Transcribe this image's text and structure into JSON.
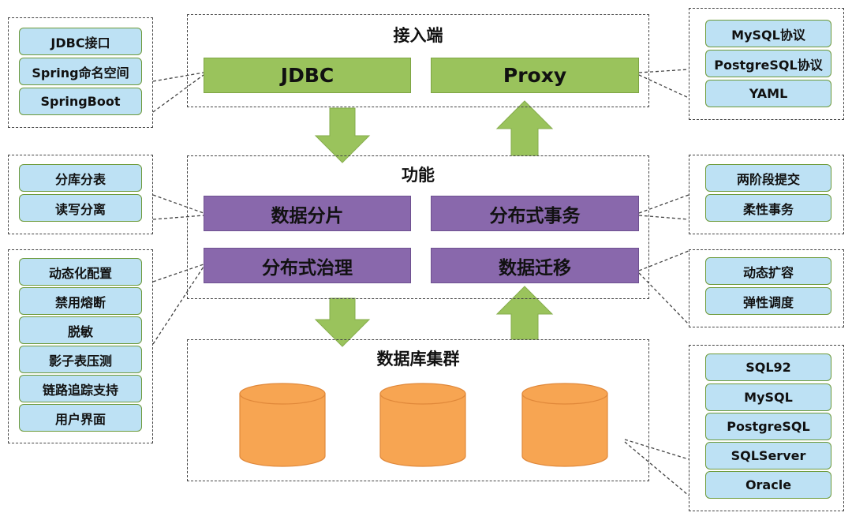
{
  "access": {
    "title": "接入端",
    "jdbc": "JDBC",
    "proxy": "Proxy"
  },
  "function": {
    "title": "功能",
    "sharding": "数据分片",
    "distributed_tx": "分布式事务",
    "governance": "分布式治理",
    "migration": "数据迁移"
  },
  "cluster": {
    "title": "数据库集群"
  },
  "jdbc_options": [
    "JDBC接口",
    "Spring命名空间",
    "SpringBoot"
  ],
  "proxy_options": [
    "MySQL协议",
    "PostgreSQL协议",
    "YAML"
  ],
  "sharding_options": [
    "分库分表",
    "读写分离"
  ],
  "tx_options": [
    "两阶段提交",
    "柔性事务"
  ],
  "governance_options": [
    "动态化配置",
    "禁用熔断",
    "脱敏",
    "影子表压测",
    "链路追踪支持",
    "用户界面"
  ],
  "migration_options": [
    "动态扩容",
    "弹性调度"
  ],
  "database_options": [
    "SQL92",
    "MySQL",
    "PostgreSQL",
    "SQLServer",
    "Oracle"
  ],
  "colors": {
    "green": "#9ac35c",
    "purple": "#8968ac",
    "light_blue": "#bde1f4",
    "orange": "#f7a552",
    "arrow_green": "#9ac35c"
  }
}
